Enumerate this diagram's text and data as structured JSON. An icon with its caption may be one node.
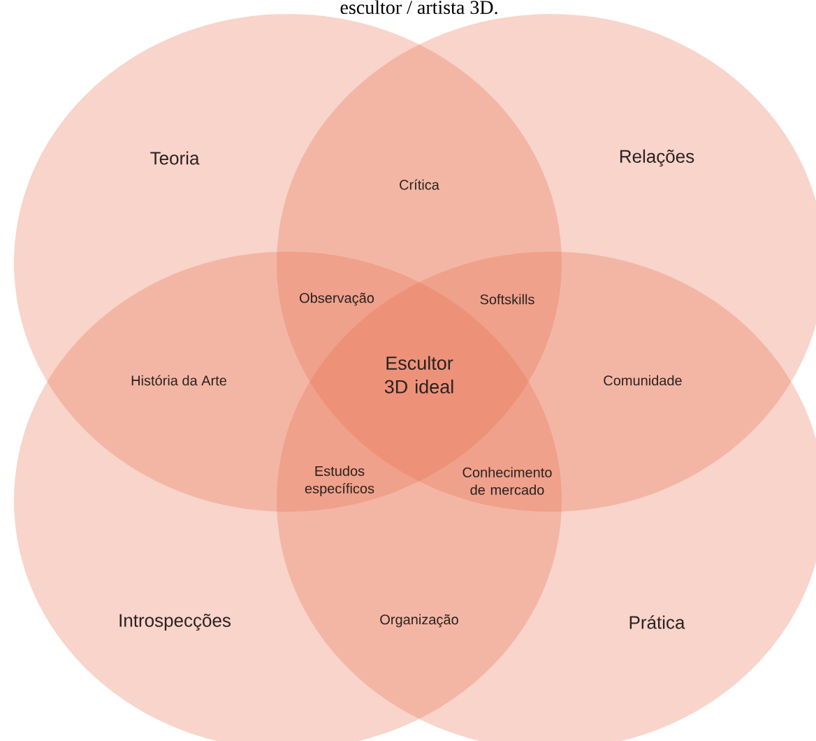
{
  "diagram": {
    "title": "escultor / artista 3D.",
    "nodes": [
      {
        "text": [
          "Teoria"
        ]
      },
      {
        "text": [
          "Relações"
        ]
      },
      {
        "text": [
          "Introspecções"
        ]
      },
      {
        "text": [
          "Prática"
        ]
      }
    ],
    "labels": [
      "Crítica",
      "Observação",
      "Softskills",
      "História da Arte",
      "Escultor 3D ideal",
      "Comunidade",
      "Estudos específicos",
      "Conhecimento de mercado",
      "Organização"
    ]
  }
}
